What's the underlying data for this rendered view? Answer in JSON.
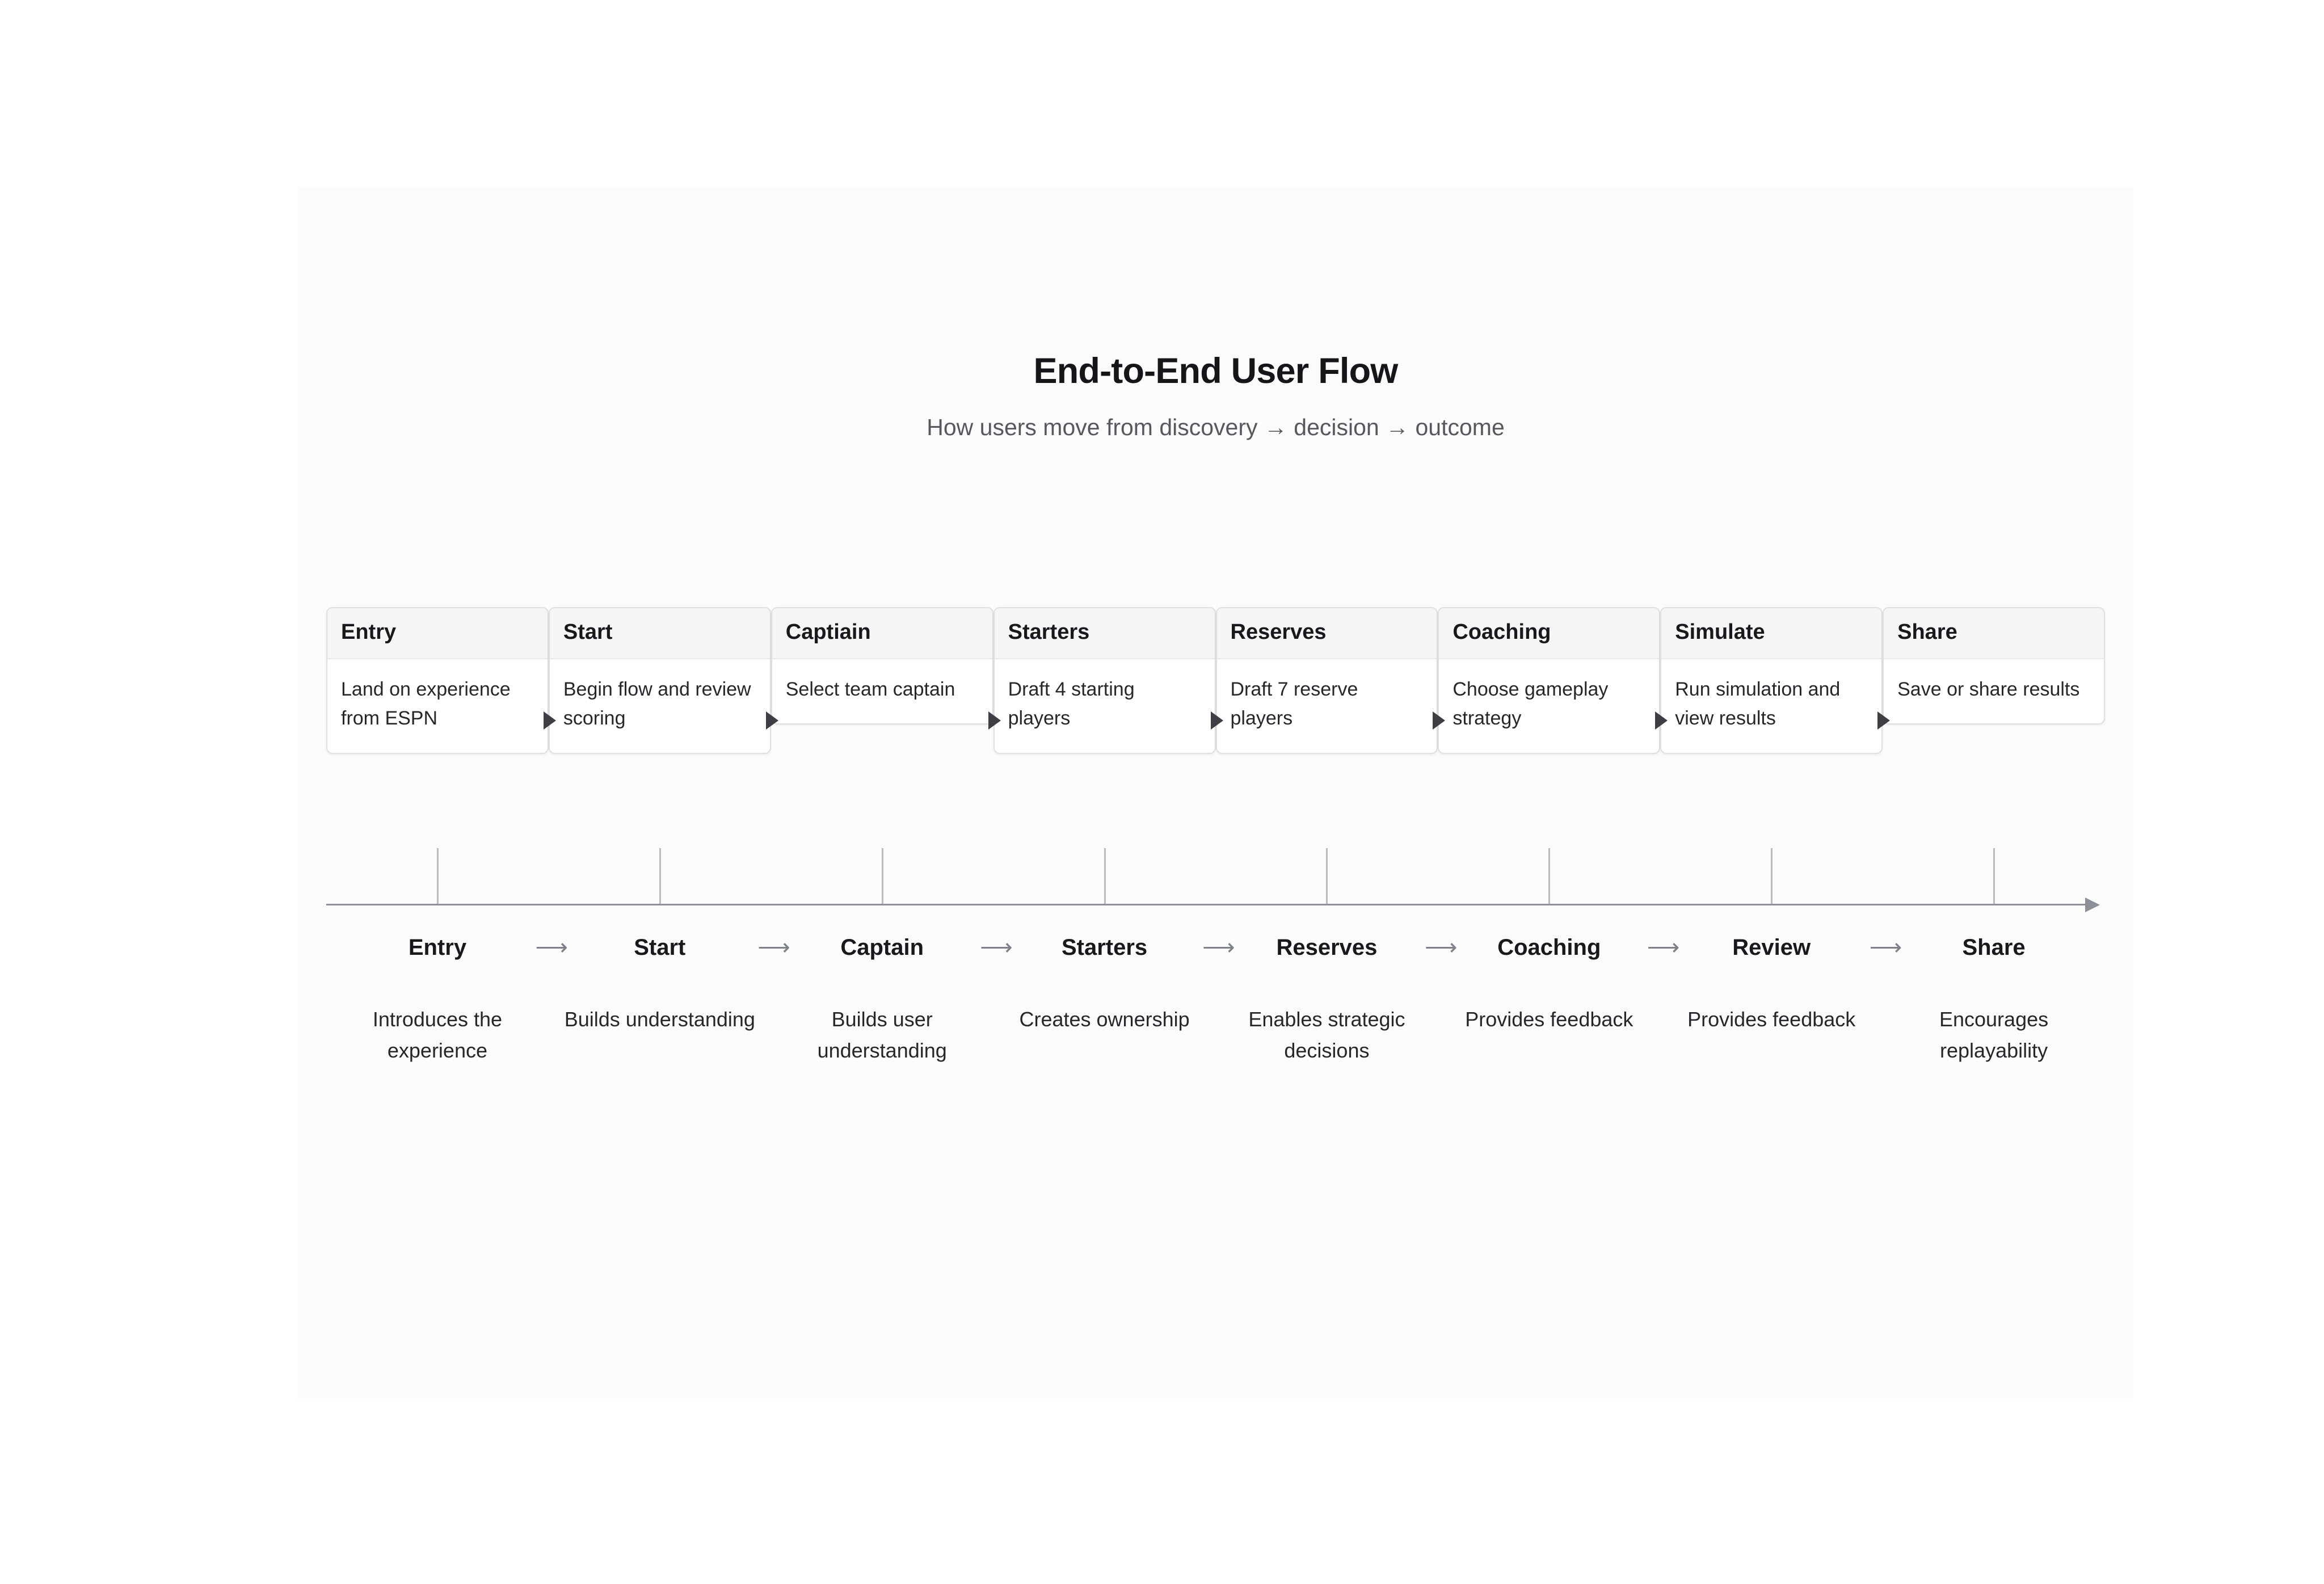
{
  "header": {
    "title": "End-to-End User Flow",
    "subtitle": "How users move from discovery → decision → outcome"
  },
  "colors": {
    "page_background": "#ffffff",
    "canvas_background": "#fbfbfb",
    "card_background": "#ffffff",
    "card_header_background": "#f5f5f6",
    "card_border": "#dedfe1",
    "title_text": "#14161a",
    "subtitle_text": "#55585e",
    "body_text": "#25272b",
    "connector_arrow": "#3d3f45",
    "axis_line": "#8d9096",
    "tick_mark": "#b9bcc1",
    "timeline_arrow": "#7d8087"
  },
  "flow_cards": [
    {
      "title": "Entry",
      "description": "Land on experience from ESPN",
      "has_connector": true
    },
    {
      "title": "Start",
      "description": "Begin flow and review scoring",
      "has_connector": true
    },
    {
      "title": "Captiain",
      "description": "Select team captain",
      "has_connector": true
    },
    {
      "title": "Starters",
      "description": "Draft 4 starting players",
      "has_connector": true
    },
    {
      "title": "Reserves",
      "description": "Draft 7 reserve players",
      "has_connector": true
    },
    {
      "title": "Coaching",
      "description": "Choose gameplay strategy",
      "has_connector": true
    },
    {
      "title": "Simulate",
      "description": "Run simulation and view results",
      "has_connector": true
    },
    {
      "title": "Share",
      "description": "Save or share results",
      "has_connector": false
    }
  ],
  "timeline": {
    "arrow_glyph": "⟶",
    "steps": [
      {
        "label": "Entry",
        "has_arrow": true
      },
      {
        "label": "Start",
        "has_arrow": true
      },
      {
        "label": "Captain",
        "has_arrow": true
      },
      {
        "label": "Starters",
        "has_arrow": true
      },
      {
        "label": "Reserves",
        "has_arrow": true
      },
      {
        "label": "Coaching",
        "has_arrow": true
      },
      {
        "label": "Review",
        "has_arrow": true
      },
      {
        "label": "Share",
        "has_arrow": false
      }
    ]
  },
  "captions": [
    {
      "text": "Introduces the experience"
    },
    {
      "text": "Builds understanding"
    },
    {
      "text": "Builds user understanding"
    },
    {
      "text": "Creates ownership"
    },
    {
      "text": "Enables strategic decisions"
    },
    {
      "text": "Provides feedback"
    },
    {
      "text": "Provides feedback"
    },
    {
      "text": "Encourages replayability"
    }
  ]
}
